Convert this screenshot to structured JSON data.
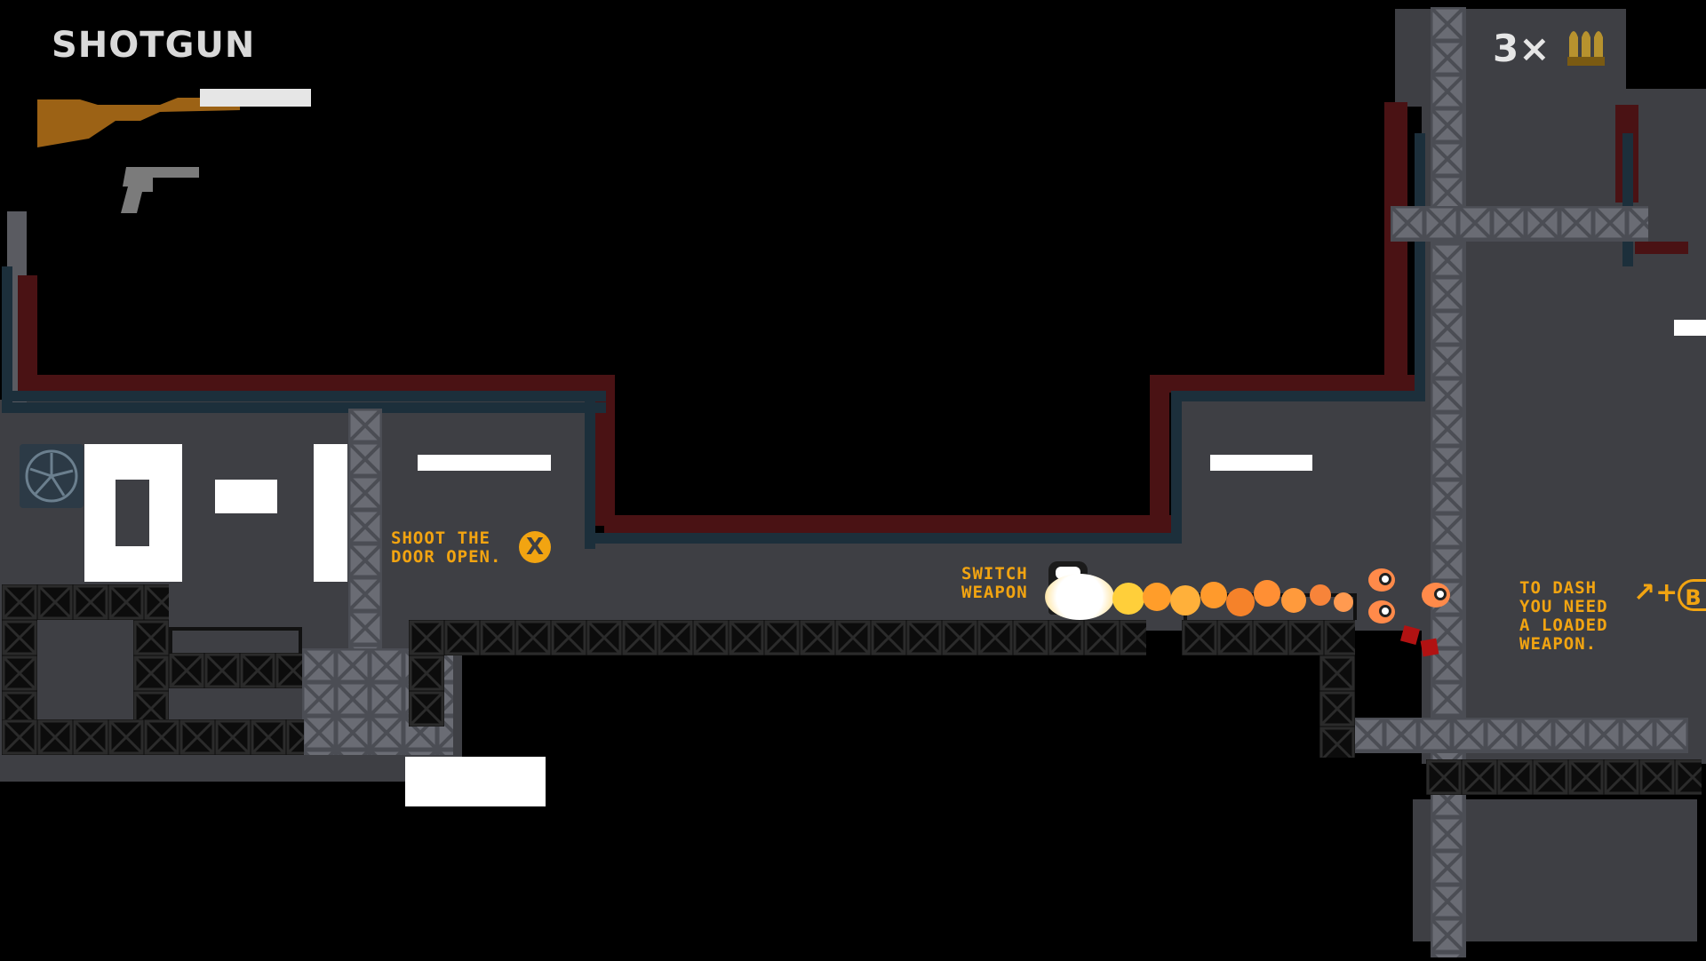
{
  "hud": {
    "weapon_name": "SHOTGUN",
    "ammo_count": "3×",
    "primary_weapon_icon": "shotgun-icon",
    "secondary_weapon_icon": "pistol-icon",
    "ammo_icon": "bullets-icon"
  },
  "level": {
    "sign": "0-1"
  },
  "hints": {
    "shoot_door": "SHOOT THE\nDOOR OPEN.",
    "shoot_door_button": "X",
    "switch_weapon": "SWITCH\nWEAPON",
    "dash": "TO DASH\nYOU NEED\nA LOADED\nWEAPON.",
    "dash_button": "B",
    "dash_arrow": "↗+"
  },
  "colors": {
    "hint_text": "#f2a411",
    "wall": "#3e3f44",
    "outline": "#1c2f3b",
    "brick": "#4a1214",
    "hud_text": "#d9d9d9"
  }
}
